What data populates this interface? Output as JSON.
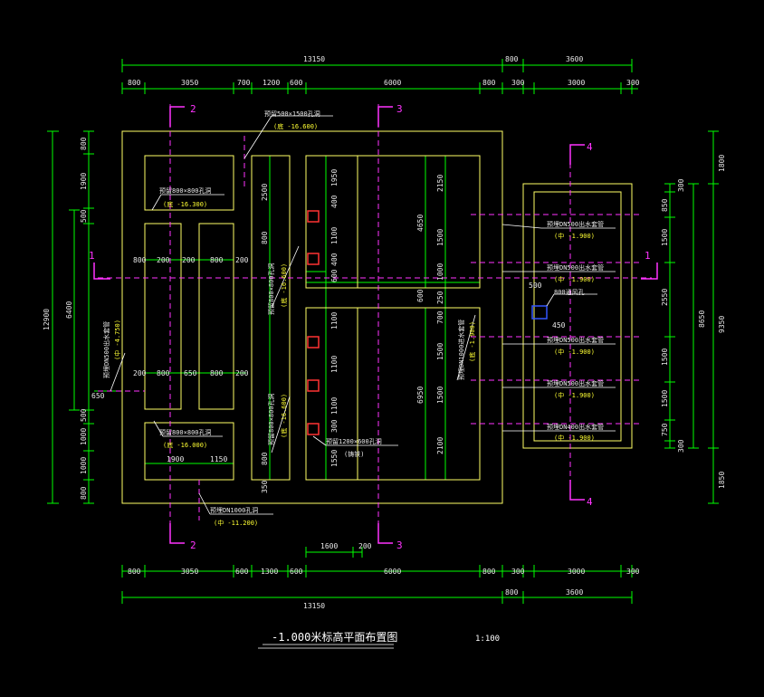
{
  "drawing": {
    "title": "-1.000米标高平面布置图",
    "scale": "1:100"
  },
  "colors": {
    "background": "#000000",
    "dimension_line": "#00ff00",
    "wall_outline": "#ffff66",
    "section_mark": "#ff33ff",
    "pipe_dash": "#ff33ff",
    "opening": "#3355ff",
    "leader": "#ffffff",
    "elevation_text": "#ffff33"
  },
  "dims": {
    "top_total": "13150",
    "top_right_a": "800",
    "top_right_b": "3600",
    "top_row": [
      "800",
      "3050",
      "700",
      "1200",
      "600",
      "6000",
      "800",
      "300",
      "3000",
      "300"
    ],
    "bottom_row": [
      "800",
      "3050",
      "600",
      "1300",
      "600",
      "6000",
      "800",
      "300",
      "3000",
      "300"
    ],
    "bottom_total": "13150",
    "bottom_right_a": "800",
    "bottom_right_b": "3600",
    "mid_a": "1600",
    "mid_b": "200",
    "left_total": "12900",
    "left_mid": "6400",
    "left_row": [
      "800",
      "1900",
      "500",
      "500",
      "1000",
      "1000",
      "800"
    ],
    "left_offset": "650",
    "right_total": "9350",
    "right_mid": "8650",
    "right_top": "1800",
    "right_bottom": "1850",
    "right_row": [
      "300",
      "850",
      "1500",
      "2550",
      "1500",
      "1500",
      "750",
      "300"
    ],
    "inner_row_top": [
      "200",
      "800",
      "200",
      "800",
      "200"
    ],
    "inner_row_bot": [
      "200",
      "800",
      "650",
      "800",
      "200"
    ],
    "inner_bottom": [
      "1900",
      "1150"
    ],
    "col2": [
      "2500",
      "800",
      "350",
      "800"
    ],
    "col3": [
      "1950",
      "400",
      "1100",
      "400",
      "600",
      "1100",
      "1100",
      "1100",
      "300",
      "1550"
    ],
    "col3b": [
      "2150",
      "1500",
      "1000",
      "250",
      "700",
      "1500",
      "1500",
      "2100"
    ],
    "col3_tot": [
      "4650",
      "6950",
      "600"
    ],
    "box_right": [
      "500",
      "450"
    ]
  },
  "sections": {
    "s1l": "1",
    "s1r": "1",
    "s2t": "2",
    "s2b": "2",
    "s3t": "3",
    "s3b": "3",
    "s4t": "4",
    "s4b": "4"
  },
  "labels": {
    "hole_top": "预留500×1500孔洞",
    "hole_top_elev": "(底 -16.600)",
    "hole_800a": "预留800×800孔洞",
    "hole_800a_elev": "(底 -16.300)",
    "hole_mid": "预留800×800孔洞",
    "hole_mid_elev": "(底 -16.600)",
    "hole_800b": "预留800×800孔洞",
    "hole_800b_elev": "(底 -16.000)",
    "hole_lower": "预留800×800孔洞",
    "hole_lower_elev": "(底 -16.600)",
    "hole_1200": "预留1200×600孔洞",
    "hole_1200_note": "(铸铁)",
    "pipe_left": "预埋DN500出水套管",
    "pipe_left_elev": "(中 -4.750)",
    "pipe_bottom": "预埋DN1000孔洞",
    "pipe_bottom_elev": "(中 -11.200)",
    "pipe_mid": "预埋DN1000进水套管",
    "pipe_mid_elev": "(底 -1.900)",
    "pipe_r1": "预埋DN500出水套管",
    "pipe_r1_elev": "(中 -1.900)",
    "pipe_r2": "预埋DN500出水套管",
    "pipe_r2_elev": "(中 -1.900)",
    "box_note": "800通风孔",
    "pipe_r3": "预埋DN500出水套管",
    "pipe_r3_elev": "(中 -1.900)",
    "pipe_r4": "预埋DN500出水套管",
    "pipe_r4_elev": "(中 -1.900)",
    "pipe_r5": "预埋DN400出水套管",
    "pipe_r5_elev": "(中 -1.900)"
  }
}
